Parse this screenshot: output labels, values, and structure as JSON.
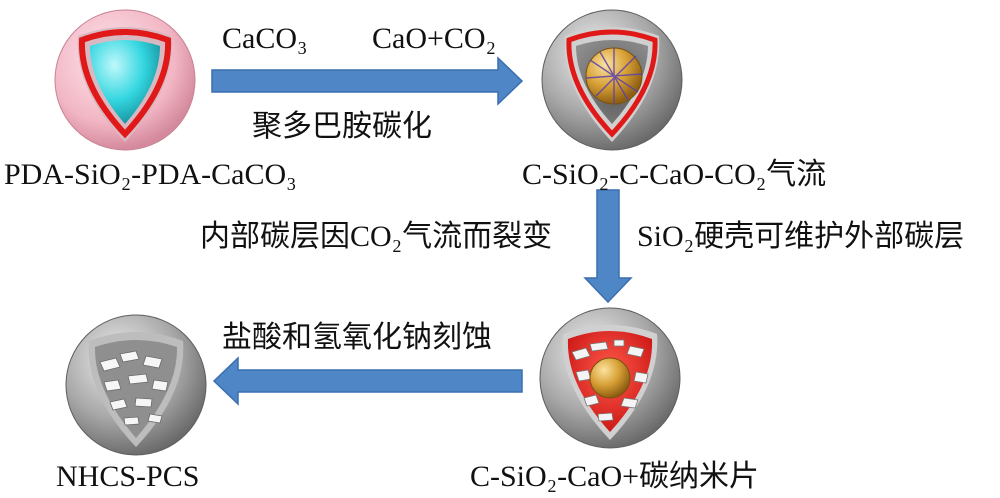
{
  "labels": {
    "reagent_caco3": "CaCO₃",
    "reagent_cao_co2": "CaO+CO₂",
    "step1_process": "聚多巴胺碳化",
    "sphere1_name": "PDA-SiO₂-PDA-CaCO₃",
    "sphere2_name": "C-SiO₂-C-CaO-CO₂气流",
    "step2_left_note": "内部碳层因CO₂气流而裂变",
    "step2_right_note": "SiO₂硬壳可维护外部碳层",
    "step3_process": "盐酸和氢氧化钠刻蚀",
    "sphere3_name": "C-SiO₂-CaO+碳纳米片",
    "sphere4_name": "NHCS-PCS"
  },
  "colors": {
    "arrow_fill": "#4f86c6",
    "arrow_stroke": "#3a6fb0",
    "pda_shell": "#f2b8c4",
    "carbon_red": "#e01818",
    "sio2_core": "#33d6e0",
    "carbon_shell_gray": "#9a9a9a",
    "cao_gold": "#d7a035"
  }
}
